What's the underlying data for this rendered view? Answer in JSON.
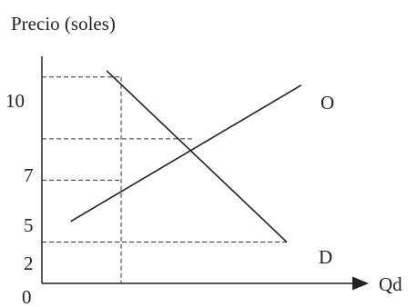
{
  "chart_data": {
    "type": "line",
    "ylabel": "Precio (soles)",
    "xlabel": "Qd",
    "origin_label": "0",
    "y_ticks": [
      "10",
      "7",
      "5",
      "2"
    ],
    "series": [
      {
        "name": "O",
        "x": [
          0.4,
          3.6
        ],
        "y": [
          3,
          9.6
        ]
      },
      {
        "name": "D",
        "x": [
          0.9,
          3.4
        ],
        "y": [
          10.3,
          2
        ]
      }
    ],
    "guides": [
      {
        "y": 10,
        "x": 1.1
      },
      {
        "y": 7,
        "x": 2.1
      },
      {
        "y": 5,
        "x": 1.1
      },
      {
        "y": 2,
        "x": 3.4
      }
    ],
    "vertical_guide": {
      "x": 1.1,
      "y_top": 10
    },
    "axis_ranges": {
      "x": [
        0,
        4.5
      ],
      "y": [
        0,
        11
      ]
    },
    "grid": false,
    "colors": {
      "line": "#222222",
      "guide": "#333333"
    }
  }
}
